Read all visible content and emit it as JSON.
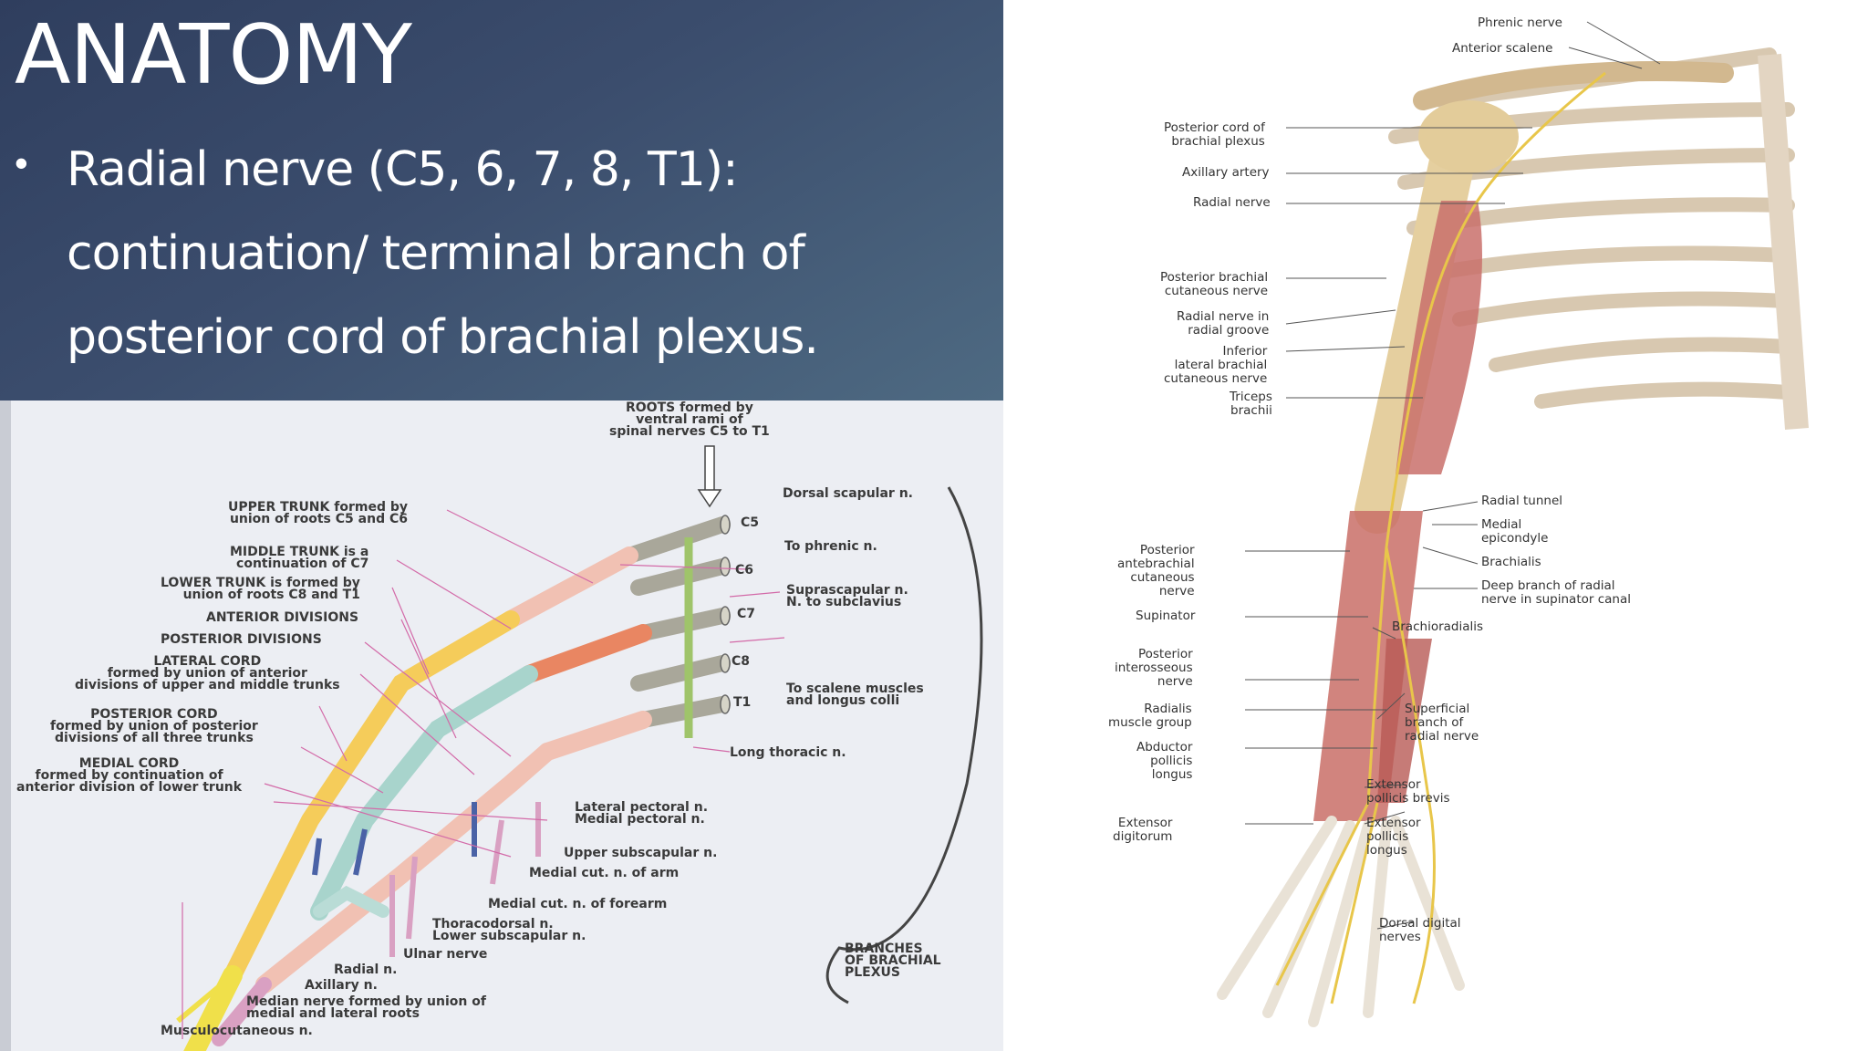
{
  "slide": {
    "title": "ANATOMY",
    "bullet": "Radial nerve (C5, 6, 7, 8, T1): continuation/ terminal branch of posterior cord of brachial plexus."
  },
  "plexus": {
    "labels": {
      "roots": "ROOTS formed by\nventral rami of\nspinal nerves C5 to T1",
      "upper_trunk": "UPPER TRUNK formed by\nunion of roots C5 and C6",
      "middle_trunk": "MIDDLE TRUNK is a\ncontinuation of C7",
      "lower_trunk": "LOWER TRUNK is formed by\nunion of roots C8 and T1",
      "anterior_divisions": "ANTERIOR DIVISIONS",
      "posterior_divisions": "POSTERIOR DIVISIONS",
      "lateral_cord": "LATERAL CORD\nformed by union of anterior\ndivisions of upper and middle trunks",
      "posterior_cord": "POSTERIOR CORD\nformed by union of posterior\ndivisions of all three trunks",
      "medial_cord": "MEDIAL CORD\nformed by continuation of\nanterior division of lower trunk",
      "c5": "C5",
      "c6": "C6",
      "c7": "C7",
      "c8": "C8",
      "t1": "T1",
      "dorsal_scapular": "Dorsal scapular n.",
      "to_phrenic": "To phrenic n.",
      "suprascapular": "Suprascapular n.\nN. to subclavius",
      "to_scalene": "To scalene muscles\nand longus colli",
      "long_thoracic": "Long thoracic n.",
      "lateral_pectoral": "Lateral pectoral n.\nMedial pectoral n.",
      "upper_subscapular": "Upper subscapular n.",
      "medial_cut_arm": "Medial cut. n. of arm",
      "medial_cut_forearm": "Medial cut. n. of forearm",
      "thoracodorsal": "Thoracodorsal n.\nLower subscapular n.",
      "ulnar": "Ulnar nerve",
      "radial": "Radial n.",
      "axillary": "Axillary n.",
      "median": "Median nerve formed by union of\nmedial and lateral roots",
      "musculocutaneous": "Musculocutaneous n.",
      "branches": "BRANCHES\nOF BRACHIAL\nPLEXUS"
    }
  },
  "arm": {
    "labels": {
      "phrenic_nerve": "Phrenic nerve",
      "anterior_scalene": "Anterior scalene",
      "posterior_cord": "Posterior cord of\nbrachial plexus",
      "axillary_artery": "Axillary artery",
      "radial_nerve": "Radial nerve",
      "posterior_brachial_cutaneous": "Posterior brachial\ncutaneous nerve",
      "radial_nerve_groove": "Radial nerve in\nradial groove",
      "inferior_lateral_brachial": "Inferior\nlateral brachial\ncutaneous nerve",
      "triceps": "Triceps\nbrachii",
      "radial_tunnel": "Radial tunnel",
      "medial_epicondyle": "Medial\nepicondyle",
      "brachialis": "Brachialis",
      "deep_branch": "Deep branch of radial\nnerve in supinator canal",
      "brachioradialis": "Brachioradialis",
      "posterior_antebrachial": "Posterior\nantebrachial\ncutaneous\nnerve",
      "supinator": "Supinator",
      "posterior_interosseous": "Posterior\ninterosseous\nnerve",
      "radialis": "Radialis\nmuscle group",
      "superficial_branch": "Superficial\nbranch of\nradial nerve",
      "abductor": "Abductor\npollicis\nlongus",
      "ext_pollicis_brevis": "Extensor\npollicis brevis",
      "ext_digitorum": "Extensor\ndigitorum",
      "ext_pollicis_longus": "Extensor\npollicis\nlongus",
      "dorsal_digital": "Dorsal digital\nnerves"
    }
  }
}
